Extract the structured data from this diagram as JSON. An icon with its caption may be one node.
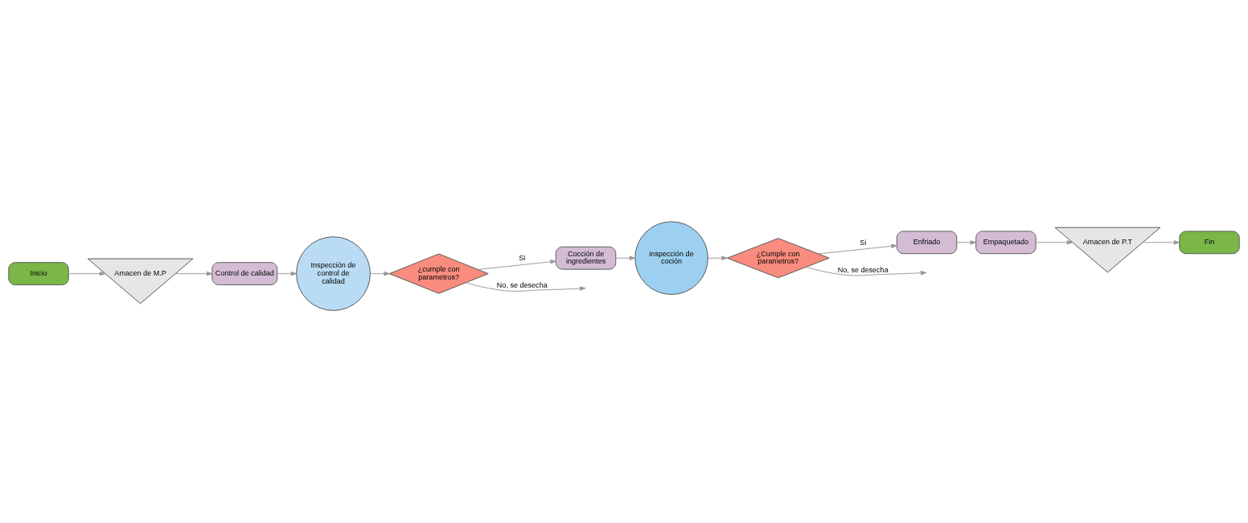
{
  "diagram": {
    "nodes": [
      {
        "text": [
          "Inicio"
        ]
      },
      {
        "text": [
          "Amacen de M.P"
        ]
      },
      {
        "text": [
          "Control de calidad"
        ]
      },
      {
        "text": [
          "Inspección de control de calidad"
        ]
      },
      {
        "text": [
          "¿cumple con parametros?"
        ]
      },
      {
        "text": [
          "Cocción de ingredientes"
        ]
      },
      {
        "text": [
          "inspección de coción"
        ]
      },
      {
        "text": [
          "¿Cumple con parametros?"
        ]
      },
      {
        "text": [
          "Enfriado"
        ]
      },
      {
        "text": [
          "Empaquetado"
        ]
      },
      {
        "text": [
          "Amacen de P.T"
        ]
      },
      {
        "text": [
          "Fin"
        ]
      }
    ],
    "edges": [
      {
        "from": 0,
        "to": 1,
        "arrow": "to"
      },
      {
        "from": 1,
        "to": 2,
        "arrow": "to"
      },
      {
        "from": 2,
        "to": 3,
        "arrow": "to"
      },
      {
        "from": 3,
        "to": 4,
        "arrow": "to"
      },
      {
        "from": 4,
        "to": 5,
        "arrow": "to",
        "label": "Si"
      },
      {
        "from": 4,
        "to": null,
        "arrow": "to",
        "label": "No, se desecha"
      },
      {
        "from": 5,
        "to": 6,
        "arrow": "to"
      },
      {
        "from": 6,
        "to": 7,
        "arrow": "to"
      },
      {
        "from": 7,
        "to": 8,
        "arrow": "to",
        "label": "Si"
      },
      {
        "from": 7,
        "to": null,
        "arrow": "to",
        "label": "No, se desecha"
      },
      {
        "from": 8,
        "to": 9,
        "arrow": "to"
      },
      {
        "from": 9,
        "to": 10,
        "arrow": "to"
      },
      {
        "from": 10,
        "to": 11,
        "arrow": "to"
      }
    ]
  }
}
